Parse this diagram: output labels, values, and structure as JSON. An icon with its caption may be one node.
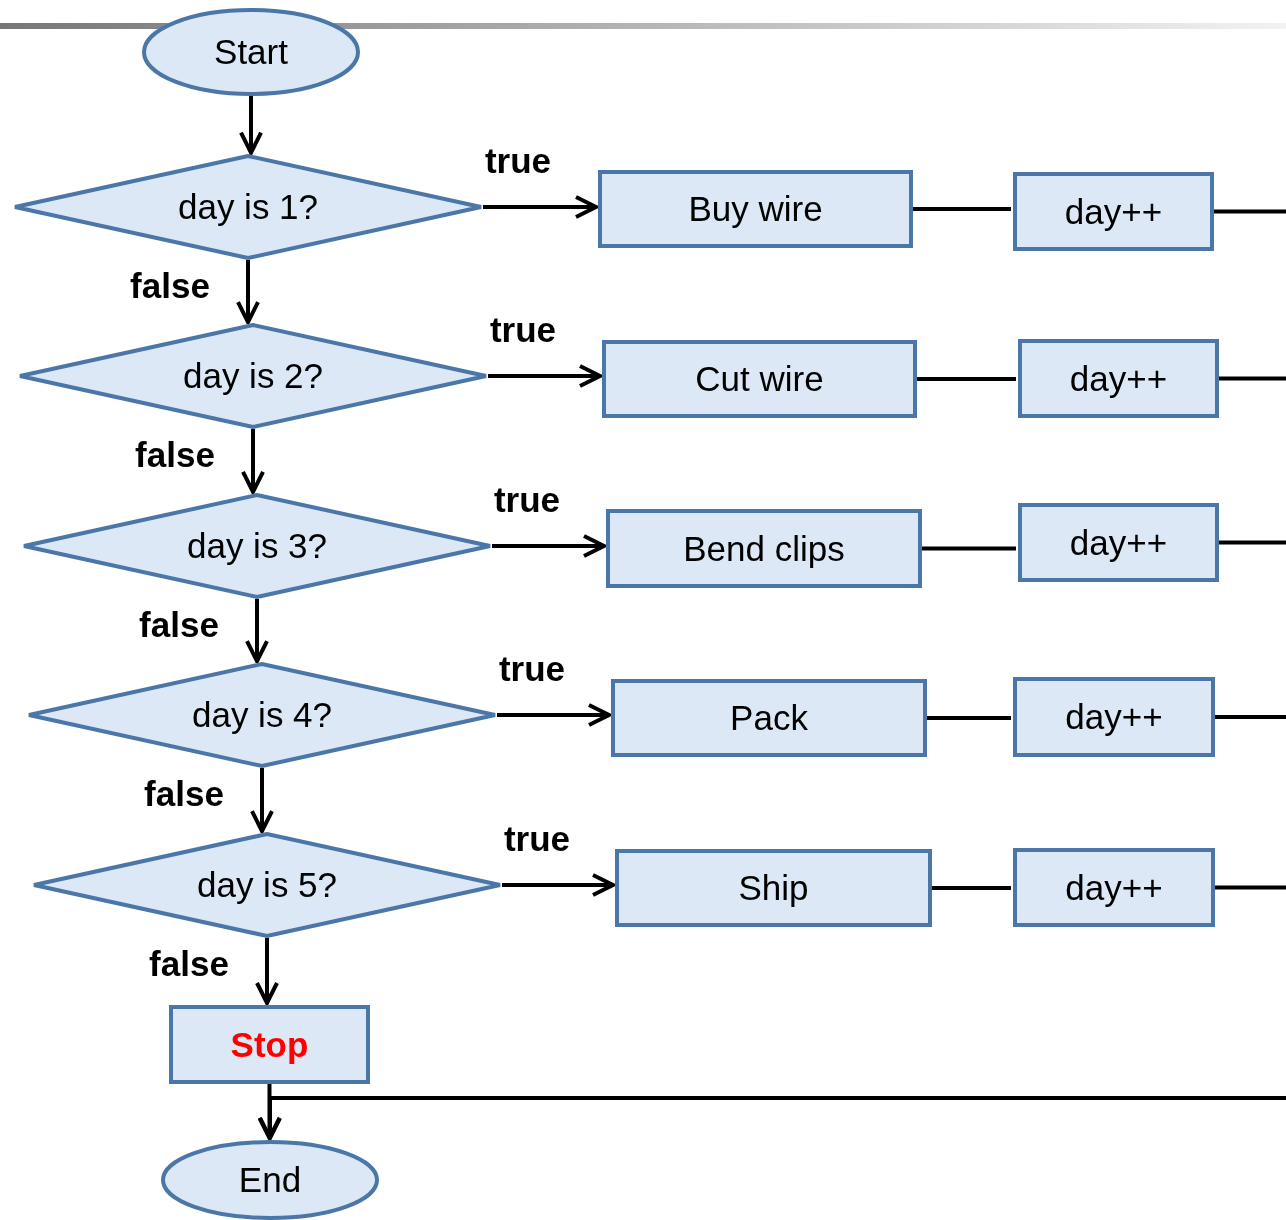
{
  "diagram": {
    "nodes": [
      {
        "text": [
          "Start"
        ]
      },
      {
        "text": [
          "day is 1?"
        ]
      },
      {
        "text": [
          "Buy wire"
        ]
      },
      {
        "text": [
          "day++"
        ]
      },
      {
        "text": [
          "day is 2?"
        ]
      },
      {
        "text": [
          "Cut wire"
        ]
      },
      {
        "text": [
          "day++"
        ]
      },
      {
        "text": [
          "day is 3?"
        ]
      },
      {
        "text": [
          "Bend clips"
        ]
      },
      {
        "text": [
          "day++"
        ]
      },
      {
        "text": [
          "day is 4?"
        ]
      },
      {
        "text": [
          "Pack"
        ]
      },
      {
        "text": [
          "day++"
        ]
      },
      {
        "text": [
          "day is 5?"
        ]
      },
      {
        "text": [
          "Ship"
        ]
      },
      {
        "text": [
          "day++"
        ]
      },
      {
        "text": [
          "Stop"
        ]
      },
      {
        "text": [
          "End"
        ]
      }
    ],
    "edges": [
      {
        "from": 0,
        "to": 1,
        "arrow": "to"
      },
      {
        "from": 1,
        "to": 2,
        "arrow": "to",
        "label": "true"
      },
      {
        "from": 2,
        "to": 3,
        "arrow": "none"
      },
      {
        "from": 3,
        "to": null,
        "arrow": "none"
      },
      {
        "from": 1,
        "to": 4,
        "arrow": "to",
        "label": "false"
      },
      {
        "from": 4,
        "to": 5,
        "arrow": "to",
        "label": "true"
      },
      {
        "from": 5,
        "to": 6,
        "arrow": "none"
      },
      {
        "from": 6,
        "to": null,
        "arrow": "none"
      },
      {
        "from": 4,
        "to": 7,
        "arrow": "to",
        "label": "false"
      },
      {
        "from": 7,
        "to": 8,
        "arrow": "to",
        "label": "true"
      },
      {
        "from": 8,
        "to": 9,
        "arrow": "none"
      },
      {
        "from": 9,
        "to": null,
        "arrow": "none"
      },
      {
        "from": 7,
        "to": 10,
        "arrow": "to",
        "label": "false"
      },
      {
        "from": 10,
        "to": 11,
        "arrow": "to",
        "label": "true"
      },
      {
        "from": 11,
        "to": 12,
        "arrow": "none"
      },
      {
        "from": 12,
        "to": null,
        "arrow": "none"
      },
      {
        "from": 10,
        "to": 13,
        "arrow": "to",
        "label": "false"
      },
      {
        "from": 13,
        "to": 14,
        "arrow": "to",
        "label": "true"
      },
      {
        "from": 14,
        "to": 15,
        "arrow": "none"
      },
      {
        "from": 15,
        "to": null,
        "arrow": "none"
      },
      {
        "from": 13,
        "to": 16,
        "arrow": "to",
        "label": "false"
      },
      {
        "from": 16,
        "to": 17,
        "arrow": "to"
      },
      {
        "from": null,
        "to": 17,
        "arrow": "to"
      }
    ]
  }
}
